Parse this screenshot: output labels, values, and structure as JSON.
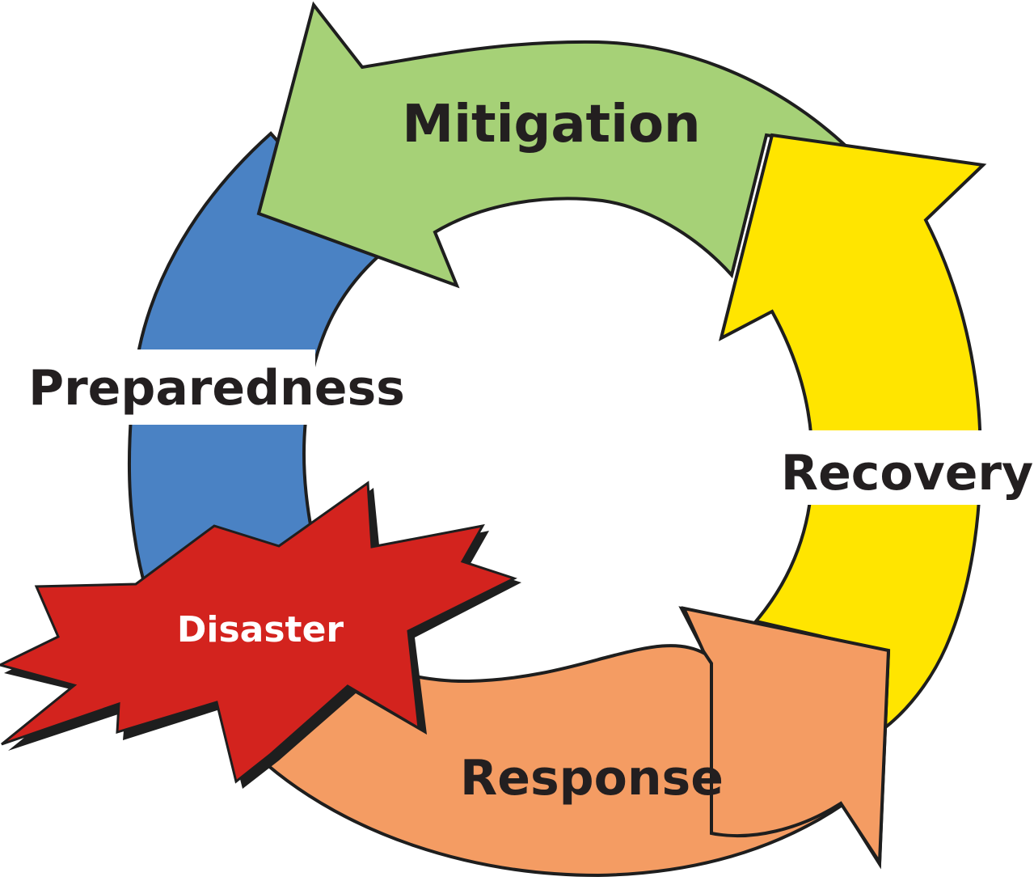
{
  "diagram": {
    "type": "cycle",
    "stages": [
      {
        "id": "mitigation",
        "label": "Mitigation",
        "color": "#a6d177"
      },
      {
        "id": "recovery",
        "label": "Recovery",
        "color": "#ffe500"
      },
      {
        "id": "response",
        "label": "Response",
        "color": "#f49c63"
      },
      {
        "id": "preparedness",
        "label": "Preparedness",
        "color": "#4a82c4"
      }
    ],
    "event": {
      "id": "disaster",
      "label": "Disaster",
      "color": "#d3231e"
    },
    "flow": [
      "disaster",
      "response",
      "recovery",
      "mitigation",
      "preparedness",
      "disaster"
    ]
  }
}
